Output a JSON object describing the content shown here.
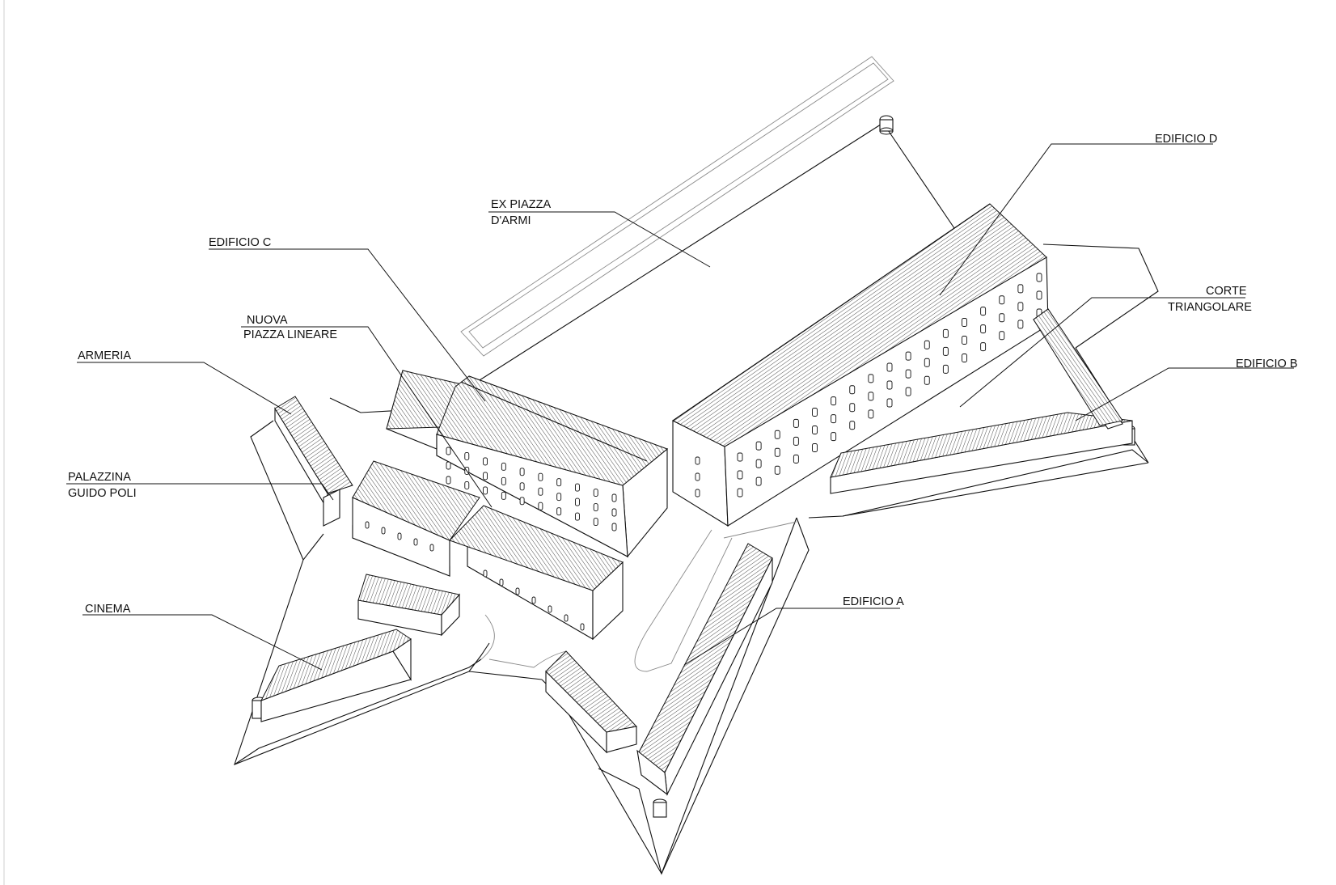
{
  "labels": {
    "edificio_d": "EDIFICIO D",
    "ex_piazza_1": "EX PIAZZA",
    "ex_piazza_2": "D'ARMI",
    "edificio_c": "EDIFICIO C",
    "nuova_1": "NUOVA",
    "nuova_2": "PIAZZA LINEARE",
    "armeria": "ARMERIA",
    "corte_1": "CORTE",
    "corte_2": "TRIANGOLARE",
    "edificio_b": "EDIFICIO B",
    "palazzina_1": "PALAZZINA",
    "palazzina_2": "GUIDO POLI",
    "cinema": "CINEMA",
    "edificio_a": "EDIFICIO A"
  }
}
